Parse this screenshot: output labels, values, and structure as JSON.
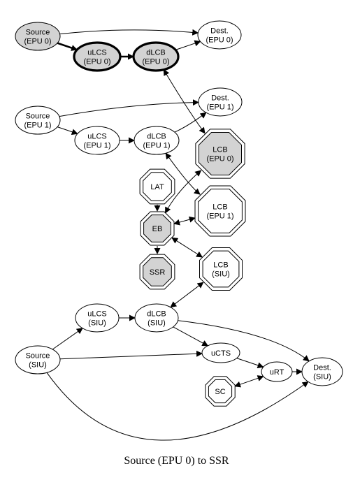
{
  "caption": "Source (EPU 0) to SSR",
  "nodes": {
    "src_epu0": {
      "lines": [
        "Source",
        "(EPU 0)"
      ],
      "fill": "#d3d3d3",
      "bold": false
    },
    "dest_epu0_a": {
      "lines": [
        "Dest.",
        "(EPU 0)"
      ],
      "fill": "#ffffff",
      "bold": false
    },
    "ulcs_epu0": {
      "lines": [
        "uLCS",
        "(EPU 0)"
      ],
      "fill": "#d3d3d3",
      "bold": true
    },
    "dlcb_epu0": {
      "lines": [
        "dLCB",
        "(EPU 0)"
      ],
      "fill": "#d3d3d3",
      "bold": true
    },
    "src_epu1": {
      "lines": [
        "Source",
        "(EPU 1)"
      ],
      "fill": "#ffffff",
      "bold": false
    },
    "dest_epu1": {
      "lines": [
        "Dest.",
        "(EPU 1)"
      ],
      "fill": "#ffffff",
      "bold": false
    },
    "ulcs_epu1": {
      "lines": [
        "uLCS",
        "(EPU 1)"
      ],
      "fill": "#ffffff",
      "bold": false
    },
    "dlcb_epu1": {
      "lines": [
        "dLCB",
        "(EPU 1)"
      ],
      "fill": "#ffffff",
      "bold": false
    },
    "lcb_epu0": {
      "lines": [
        "LCB",
        "(EPU 0)"
      ],
      "fill": "#d3d3d3",
      "bold": false
    },
    "lat": {
      "lines": [
        "LAT"
      ],
      "fill": "#ffffff",
      "bold": false
    },
    "lcb_epu1": {
      "lines": [
        "LCB",
        "(EPU 1)"
      ],
      "fill": "#ffffff",
      "bold": false
    },
    "eb": {
      "lines": [
        "EB"
      ],
      "fill": "#d3d3d3",
      "bold": false
    },
    "ssr": {
      "lines": [
        "SSR"
      ],
      "fill": "#d3d3d3",
      "bold": false
    },
    "lcb_siu": {
      "lines": [
        "LCB",
        "(SIU)"
      ],
      "fill": "#ffffff",
      "bold": false
    },
    "ulcs_siu": {
      "lines": [
        "uLCS",
        "(SIU)"
      ],
      "fill": "#ffffff",
      "bold": false
    },
    "dlcb_siu": {
      "lines": [
        "dLCB",
        "(SIU)"
      ],
      "fill": "#ffffff",
      "bold": false
    },
    "src_siu": {
      "lines": [
        "Source",
        "(SIU)"
      ],
      "fill": "#ffffff",
      "bold": false
    },
    "ucts": {
      "lines": [
        "uCTS"
      ],
      "fill": "#ffffff",
      "bold": false
    },
    "urt": {
      "lines": [
        "uRT"
      ],
      "fill": "#ffffff",
      "bold": false
    },
    "dest_siu": {
      "lines": [
        "Dest.",
        "(SIU)"
      ],
      "fill": "#ffffff",
      "bold": false
    },
    "sc": {
      "lines": [
        "SC"
      ],
      "fill": "#ffffff",
      "bold": false
    }
  },
  "edges": [
    {
      "from": "src_epu0",
      "to": "dest_epu0_a",
      "bold": false,
      "dir": "forward"
    },
    {
      "from": "src_epu0",
      "to": "ulcs_epu0",
      "bold": true,
      "dir": "forward"
    },
    {
      "from": "ulcs_epu0",
      "to": "dlcb_epu0",
      "bold": true,
      "dir": "forward"
    },
    {
      "from": "dlcb_epu0",
      "to": "dest_epu0_a",
      "bold": false,
      "dir": "forward"
    },
    {
      "from": "dlcb_epu0",
      "to": "lcb_epu0",
      "bold": false,
      "dir": "both"
    },
    {
      "from": "src_epu1",
      "to": "dest_epu1",
      "bold": false,
      "dir": "forward"
    },
    {
      "from": "src_epu1",
      "to": "ulcs_epu1",
      "bold": false,
      "dir": "forward"
    },
    {
      "from": "ulcs_epu1",
      "to": "dlcb_epu1",
      "bold": false,
      "dir": "forward"
    },
    {
      "from": "dlcb_epu1",
      "to": "dest_epu1",
      "bold": false,
      "dir": "forward"
    },
    {
      "from": "dlcb_epu1",
      "to": "lcb_epu1",
      "bold": false,
      "dir": "both"
    },
    {
      "from": "lat",
      "to": "eb",
      "bold": false,
      "dir": "forward"
    },
    {
      "from": "eb",
      "to": "lcb_epu0",
      "bold": false,
      "dir": "both"
    },
    {
      "from": "eb",
      "to": "lcb_epu1",
      "bold": false,
      "dir": "both"
    },
    {
      "from": "eb",
      "to": "ssr",
      "bold": false,
      "dir": "forward"
    },
    {
      "from": "eb",
      "to": "lcb_siu",
      "bold": false,
      "dir": "both"
    },
    {
      "from": "dlcb_siu",
      "to": "lcb_siu",
      "bold": false,
      "dir": "both"
    },
    {
      "from": "ulcs_siu",
      "to": "dlcb_siu",
      "bold": false,
      "dir": "forward"
    },
    {
      "from": "src_siu",
      "to": "ulcs_siu",
      "bold": false,
      "dir": "forward"
    },
    {
      "from": "src_siu",
      "to": "ucts",
      "bold": false,
      "dir": "forward"
    },
    {
      "from": "dlcb_siu",
      "to": "ucts",
      "bold": false,
      "dir": "forward"
    },
    {
      "from": "dlcb_siu",
      "to": "dest_siu",
      "bold": false,
      "dir": "forward"
    },
    {
      "from": "ucts",
      "to": "urt",
      "bold": false,
      "dir": "forward"
    },
    {
      "from": "urt",
      "to": "dest_siu",
      "bold": false,
      "dir": "forward"
    },
    {
      "from": "sc",
      "to": "urt",
      "bold": false,
      "dir": "both"
    },
    {
      "from": "src_siu",
      "to": "dest_siu",
      "bold": false,
      "dir": "forward"
    }
  ]
}
